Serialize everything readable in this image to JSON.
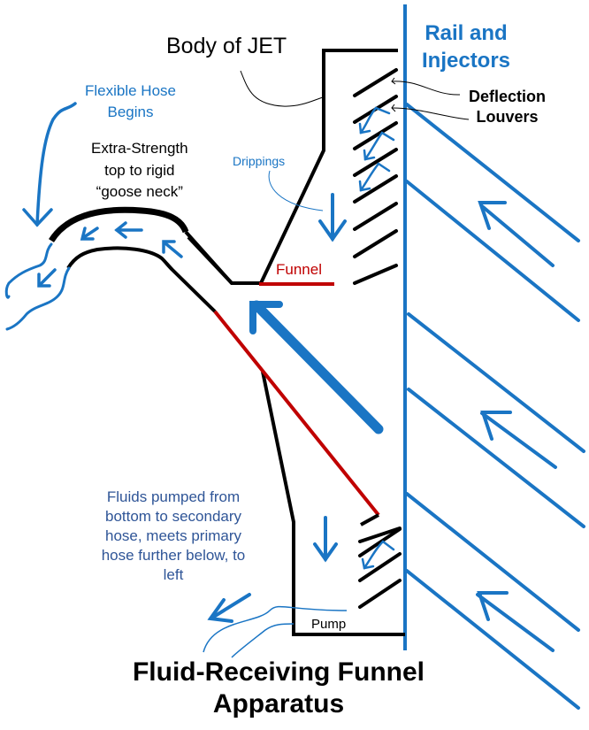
{
  "title": {
    "line1": "Fluid-Receiving Funnel",
    "line2": "Apparatus"
  },
  "labels": {
    "body_of_jet": "Body of JET",
    "rail_line1": "Rail and",
    "rail_line2": "Injectors",
    "deflection_line1": "Deflection",
    "deflection_line2": "Louvers",
    "flexible_line1": "Flexible Hose",
    "flexible_line2": "Begins",
    "extra_line1": "Extra-Strength",
    "extra_line2": "top to rigid",
    "extra_line3": "“goose neck”",
    "drippings": "Drippings",
    "funnel": "Funnel",
    "fluids_line1": "Fluids pumped from",
    "fluids_line2": "bottom to secondary",
    "fluids_line3": "hose, meets primary",
    "fluids_line4": "hose further below, to",
    "fluids_line5": "left",
    "pump": "Pump"
  },
  "colors": {
    "blue": "#1a75c4",
    "red": "#c00000",
    "black": "#000000",
    "navy": "#2f5597"
  }
}
